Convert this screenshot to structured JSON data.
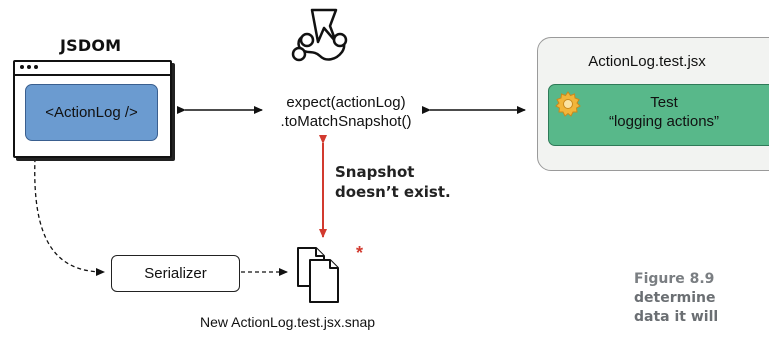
{
  "jsdom": {
    "title": "JSDOM",
    "component": "<ActionLog />"
  },
  "expectation": {
    "line1": "expect(actionLog)",
    "line2": ".toMatchSnapshot()"
  },
  "test_file": {
    "title": "ActionLog.test.jsx",
    "test_line1": "Test",
    "test_line2": "“logging actions”"
  },
  "warning": {
    "line1": "Snapshot",
    "line2": "doesn’t exist."
  },
  "serializer": {
    "label": "Serializer"
  },
  "snapshot": {
    "filename": "New ActionLog.test.jsx.snap",
    "marker": "*"
  },
  "caption": {
    "line1": "Figure 8.9",
    "line2": "determine",
    "line3": "data it will"
  },
  "colors": {
    "component_fill": "#6b9bd0",
    "test_fill": "#58b88a",
    "panel_fill": "#f2f3f1",
    "warning_arrow": "#d23a2f",
    "caption_text": "#6b6f73"
  }
}
